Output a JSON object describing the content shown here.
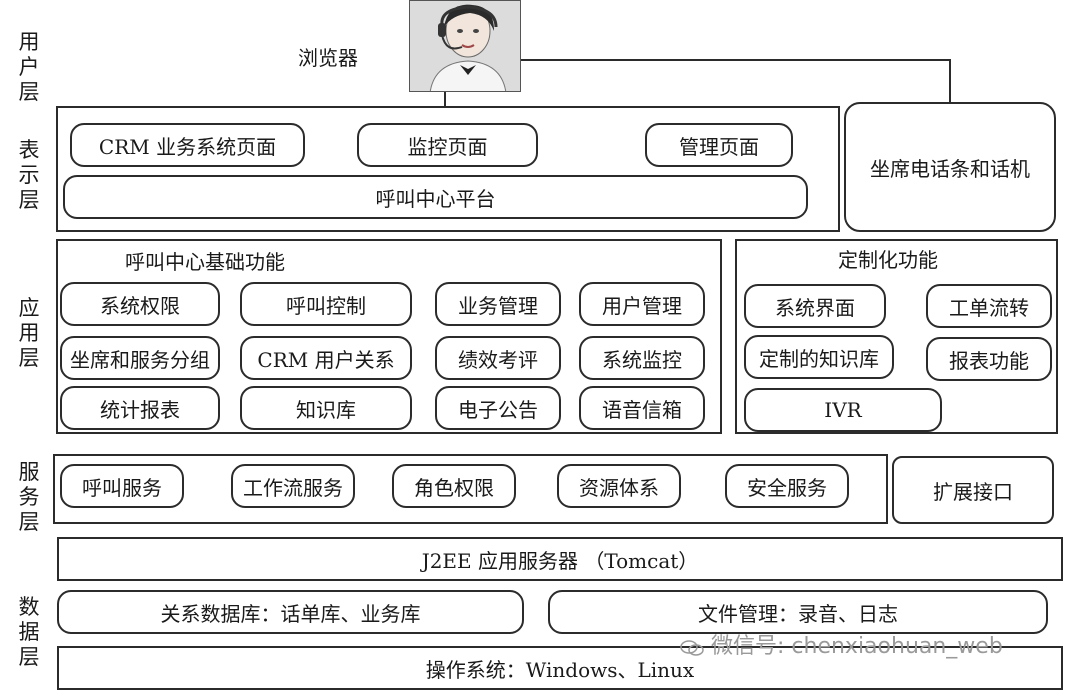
{
  "layers": {
    "user": [
      "用",
      "户",
      "层"
    ],
    "presentation": [
      "表",
      "示",
      "层"
    ],
    "application": [
      "应",
      "用",
      "层"
    ],
    "service": [
      "服",
      "务",
      "层"
    ],
    "data": [
      "数",
      "据",
      "层"
    ]
  },
  "user_layer": {
    "browser_label": "浏览器"
  },
  "presentation_layer": {
    "crm_page": "CRM 业务系统页面",
    "monitor_page": "监控页面",
    "admin_page": "管理页面",
    "platform": "呼叫中心平台",
    "phone": "坐席电话条和话机"
  },
  "application_layer": {
    "basic_title": "呼叫中心基础功能",
    "basic_items": [
      "系统权限",
      "呼叫控制",
      "业务管理",
      "用户管理",
      "坐席和服务分组",
      "CRM 用户关系",
      "绩效考评",
      "系统监控",
      "统计报表",
      "知识库",
      "电子公告",
      "语音信箱"
    ],
    "custom_title": "定制化功能",
    "custom_items": [
      "系统界面",
      "工单流转",
      "定制的知识库",
      "报表功能",
      "IVR"
    ]
  },
  "service_layer": {
    "items": [
      "呼叫服务",
      "工作流服务",
      "角色权限",
      "资源体系",
      "安全服务"
    ],
    "extension": "扩展接口",
    "app_server": "J2EE 应用服务器 （Tomcat）"
  },
  "data_layer": {
    "relational_db": "关系数据库：话单库、业务库",
    "file_mgmt": "文件管理：录音、日志",
    "os": "操作系统：Windows、Linux"
  },
  "watermark": "微信号: chenxiaohuan_web"
}
